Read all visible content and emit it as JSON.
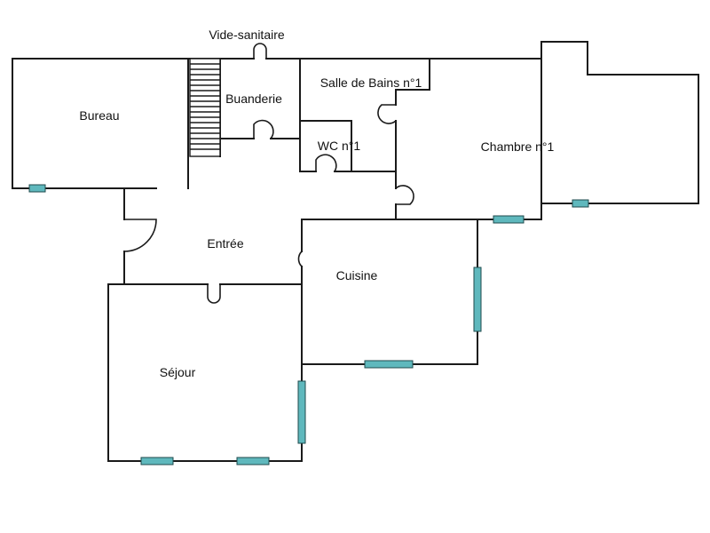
{
  "colors": {
    "wall": "#1a1a1a",
    "window": "#5fb8bd",
    "background": "#ffffff"
  },
  "rooms": {
    "vide_sanitaire": "Vide-sanitaire",
    "buanderie": "Buanderie",
    "salle_de_bains": "Salle de Bains n°1",
    "bureau": "Bureau",
    "wc": "WC n°1",
    "chambre": "Chambre n°1",
    "entree": "Entrée",
    "cuisine": "Cuisine",
    "sejour": "Séjour"
  }
}
